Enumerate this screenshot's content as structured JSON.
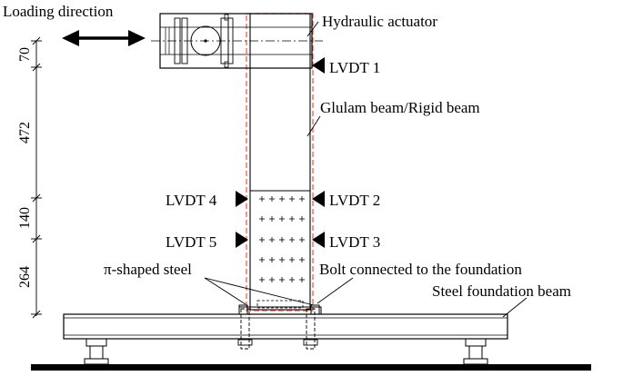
{
  "labels": {
    "loading_direction": "Loading direction",
    "hydraulic_actuator": "Hydraulic actuator",
    "lvdt1": "LVDT 1",
    "lvdt2": "LVDT 2",
    "lvdt3": "LVDT 3",
    "lvdt4": "LVDT 4",
    "lvdt5": "LVDT 5",
    "glulam_beam": "Glulam beam/Rigid beam",
    "pi_shaped_steel": "π-shaped steel",
    "bolt_connected": "Bolt connected to the foundation",
    "steel_foundation_beam": "Steel foundation beam"
  },
  "dimensions": [
    "70",
    "472",
    "140",
    "264"
  ],
  "colors": {
    "outline": "#000000",
    "glulam_outline": "#e8533a"
  }
}
